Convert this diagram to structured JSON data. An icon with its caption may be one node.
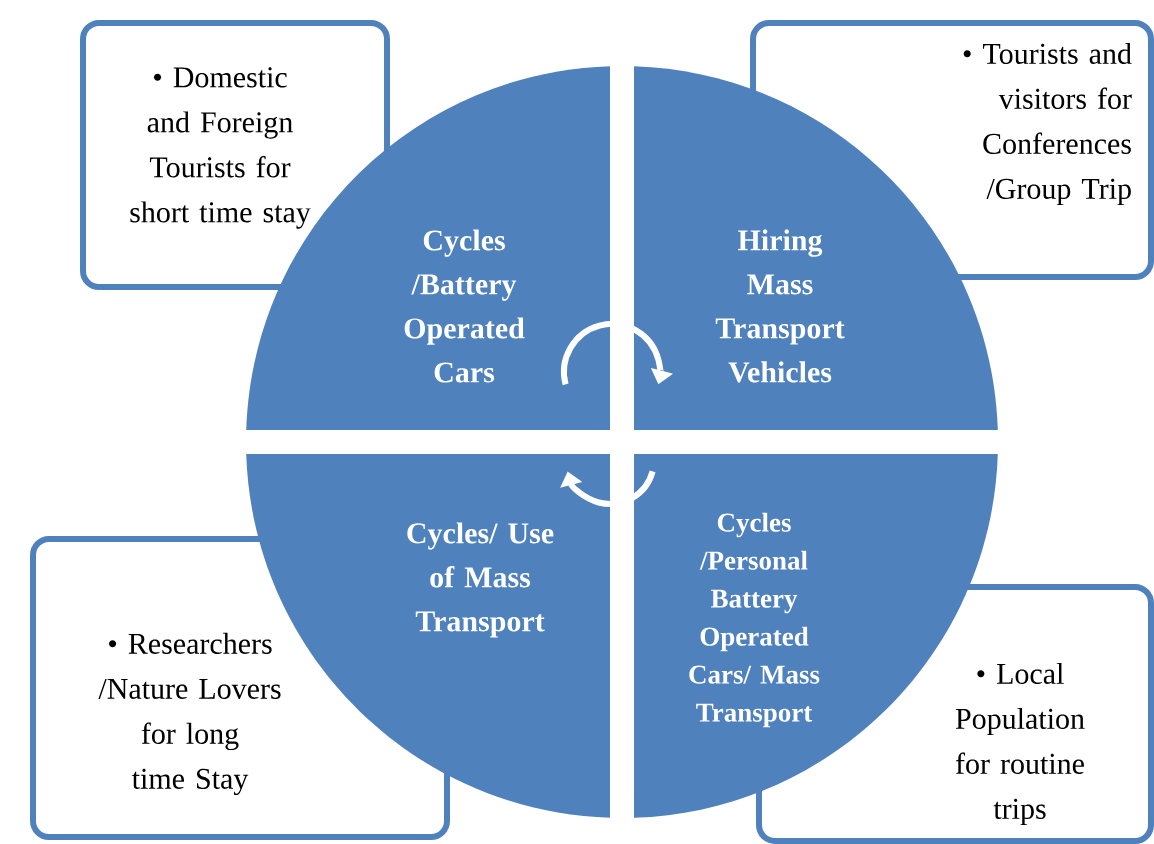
{
  "diagram": {
    "nodes": [
      {
        "text": [
          "• Domestic and Foreign Tourists for short time stay"
        ]
      },
      {
        "text": [
          "• Tourists and visitors for Conferences /Group Trip"
        ]
      },
      {
        "text": [
          "Cycles /Battery Operated Cars"
        ]
      },
      {
        "text": [
          "Hiring Mass Transport Vehicles"
        ]
      },
      {
        "text": [
          "Cycles/ Use of Mass Transport"
        ]
      },
      {
        "text": [
          "Cycles /Personal Battery Operated Cars/ Mass Transport"
        ]
      },
      {
        "text": [
          "• Researchers /Nature Lovers for long time Stay"
        ]
      },
      {
        "text": [
          "• Local Population for routine trips"
        ]
      }
    ],
    "edges": [
      {
        "from": 2,
        "to": 3,
        "arrow": "to"
      },
      {
        "from": 5,
        "to": 4,
        "arrow": "to"
      }
    ]
  }
}
